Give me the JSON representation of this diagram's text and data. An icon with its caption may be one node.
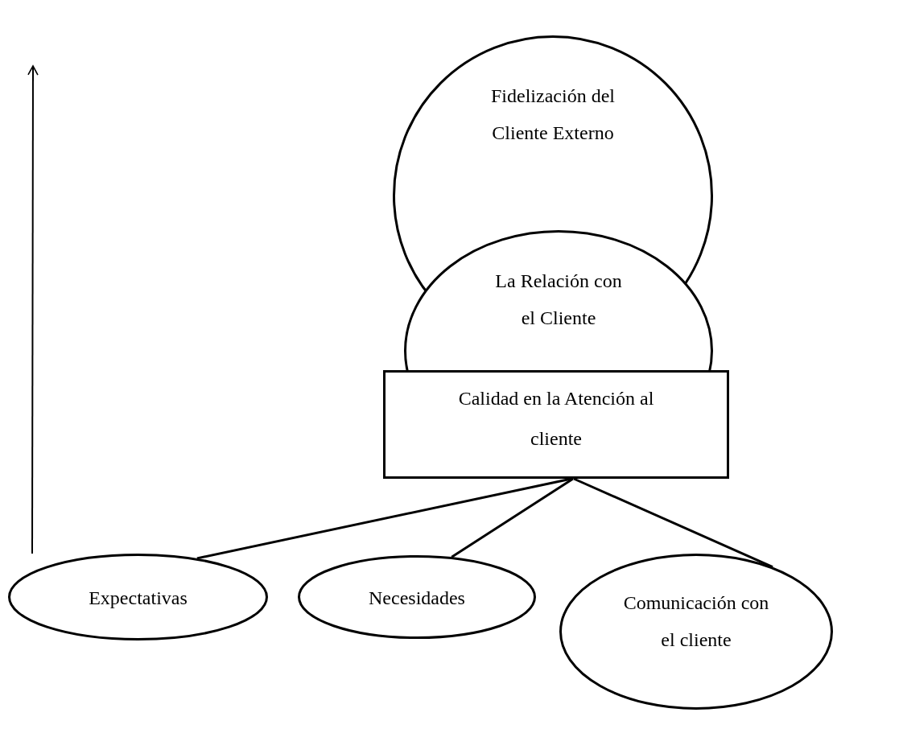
{
  "diagram": {
    "nodes": [
      {
        "text": [
          "Fidelización del Cliente Externo"
        ]
      },
      {
        "text": [
          "La Relación con el Cliente"
        ]
      },
      {
        "text": [
          "Calidad en la Atención al cliente"
        ]
      },
      {
        "text": [
          "Expectativas"
        ]
      },
      {
        "text": [
          "Necesidades"
        ]
      },
      {
        "text": [
          "Comunicación con el cliente"
        ]
      }
    ],
    "edges": [
      {
        "from": 2,
        "to": 3,
        "arrow": "none"
      },
      {
        "from": 2,
        "to": 4,
        "arrow": "none"
      },
      {
        "from": 2,
        "to": 5,
        "arrow": "none"
      }
    ]
  }
}
